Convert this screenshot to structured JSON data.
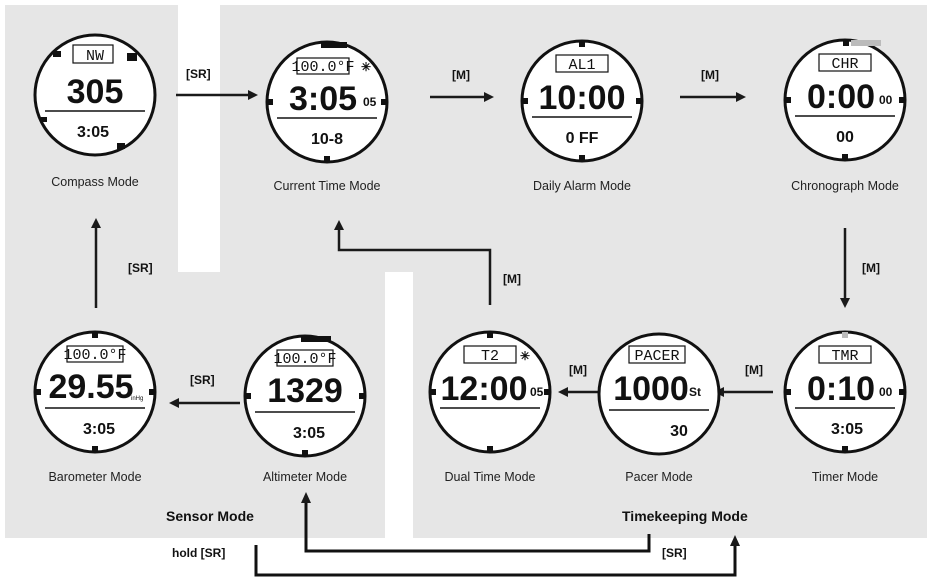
{
  "groups": {
    "sensor": "Sensor Mode",
    "timekeeping": "Timekeeping Mode"
  },
  "keys": {
    "sr": "[SR]",
    "m": "[M]",
    "hold_sr": "hold  [SR]"
  },
  "modes": {
    "compass": {
      "label": "Compass Mode",
      "top": "NW",
      "main": "305",
      "side": "",
      "bottom": "3:05"
    },
    "current": {
      "label": "Current Time Mode",
      "top": "100.0°F",
      "main": "3:05",
      "side": "05",
      "bottom": "10-8"
    },
    "alarm": {
      "label": "Daily Alarm Mode",
      "top": "AL1",
      "main": "10:00",
      "side": "",
      "bottom": "0 FF"
    },
    "chrono": {
      "label": "Chronograph  Mode",
      "top": "CHR",
      "main": "0:00",
      "side": "00",
      "bottom": "00"
    },
    "timer": {
      "label": "Timer Mode",
      "top": "TMR",
      "main": "0:10",
      "side": "00",
      "bottom": "3:05"
    },
    "pacer": {
      "label": "Pacer Mode",
      "top": "PACER",
      "main": "1000",
      "side": "St",
      "bottom": "30"
    },
    "dualtime": {
      "label": "Dual Time Mode",
      "top": "T2",
      "main": "12:00",
      "side": "05",
      "bottom": ""
    },
    "altimeter": {
      "label": "Altimeter Mode",
      "top": "100.0°F",
      "main": "1329",
      "side": "",
      "bottom": "3:05"
    },
    "barometer": {
      "label": "Barometer Mode",
      "top": "100.0°F",
      "main": "29.55",
      "side": "inHg",
      "bottom": "3:05"
    }
  },
  "colors": {
    "panel": "#e6e6e6",
    "line": "#111111"
  }
}
